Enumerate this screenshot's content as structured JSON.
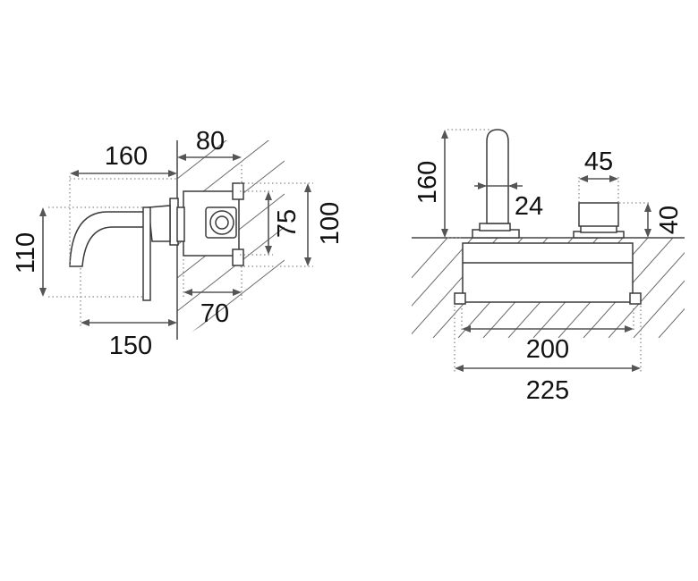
{
  "side_view": {
    "dims": {
      "spout_projection": "160",
      "body_depth": "80",
      "spout_height": "110",
      "plate_inner": "75",
      "plate_outer": "100",
      "body_recess": "70",
      "spout_reach": "150"
    }
  },
  "top_view": {
    "dims": {
      "spout_height": "160",
      "spout_width": "24",
      "handle_width": "45",
      "handle_height": "40",
      "inner_span": "200",
      "outer_span": "225"
    }
  }
}
